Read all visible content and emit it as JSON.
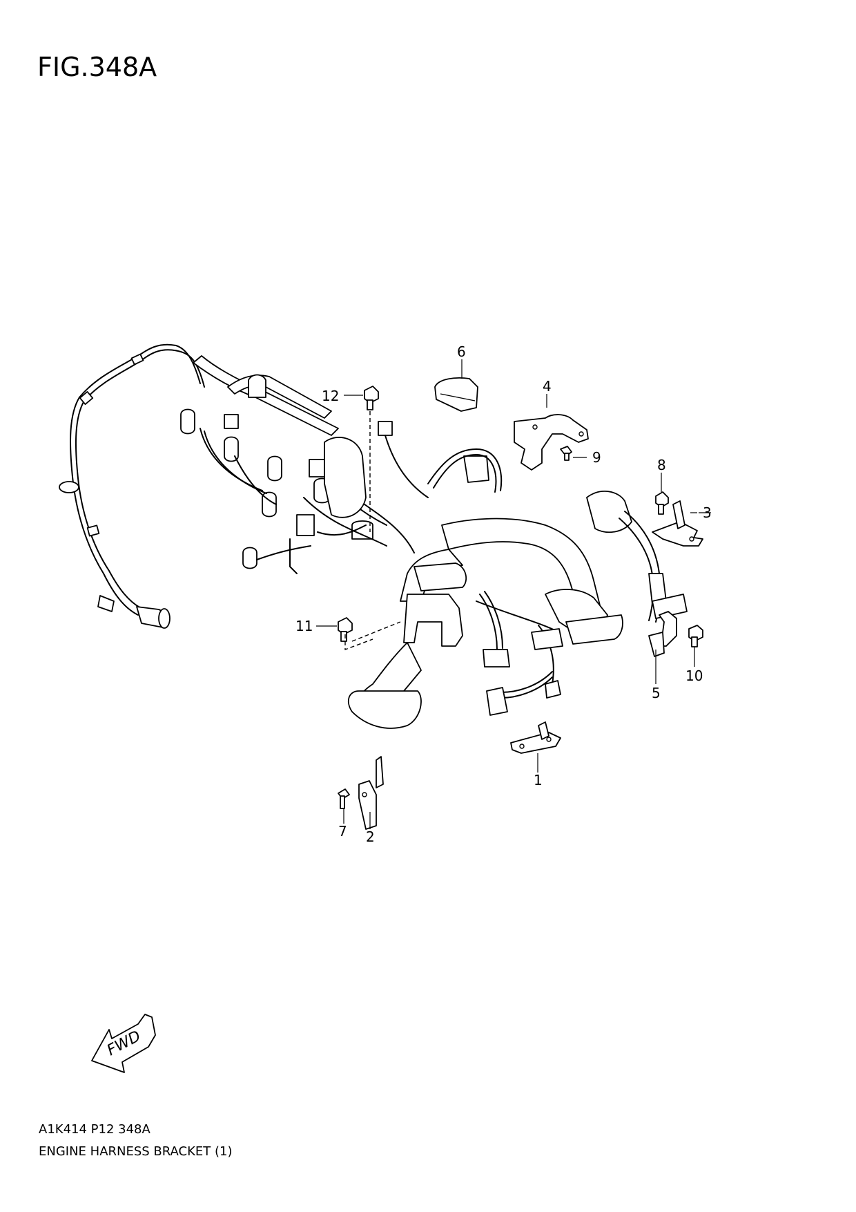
{
  "figure": {
    "title": "FIG.348A"
  },
  "footer": {
    "code": "A1K414 P12 348A",
    "name": "ENGINE HARNESS BRACKET (1)"
  },
  "callouts": {
    "c1": "1",
    "c2": "2",
    "c3": "3",
    "c4": "4",
    "c5": "5",
    "c6": "6",
    "c7": "7",
    "c8": "8",
    "c9": "9",
    "c10": "10",
    "c11": "11",
    "c12": "12"
  },
  "fwd_label": "FWD"
}
